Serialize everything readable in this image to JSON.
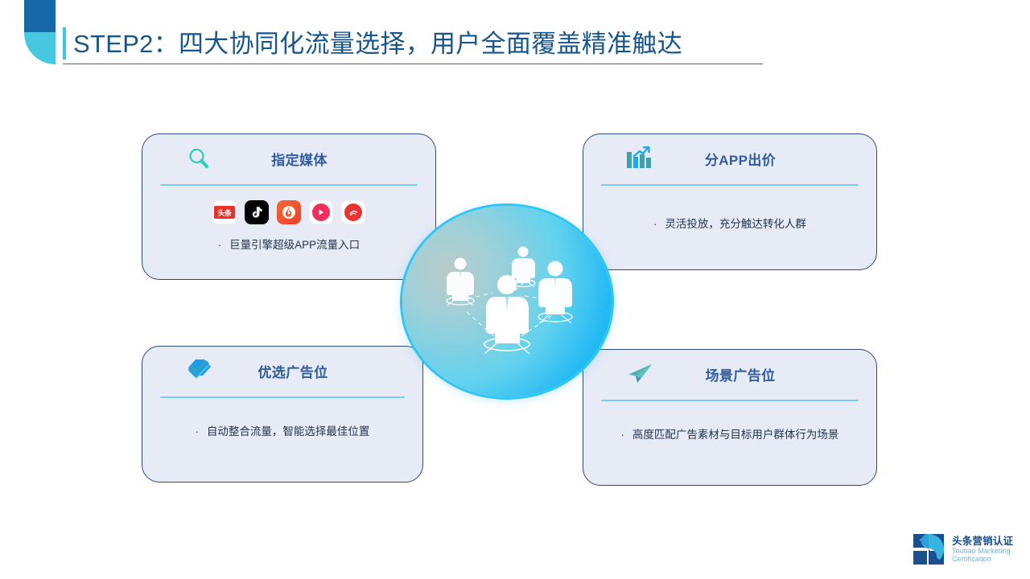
{
  "header": {
    "title": "STEP2：四大协同化流量选择，用户全面覆盖精准触达",
    "deco_top_color": "#1668a7",
    "deco_bottom_color": "#45c8e0",
    "accent_color": "#3ec8e0",
    "rule_color": "#2a6ea3",
    "title_color": "#17568c"
  },
  "cards": [
    {
      "id": "specified-media",
      "icon": "search-icon",
      "icon_color": "#2ad0b5",
      "title": "指定媒体",
      "bullet": "巨量引擎超级APP流量入口",
      "bullet_marker": "·",
      "apps": [
        {
          "name": "toutiao-app-icon",
          "label": "头条"
        },
        {
          "name": "douyin-app-icon",
          "label": ""
        },
        {
          "name": "huoshan-app-icon",
          "label": ""
        },
        {
          "name": "xigua-app-icon",
          "label": ""
        },
        {
          "name": "pipixia-app-icon",
          "label": ""
        }
      ]
    },
    {
      "id": "app-bidding",
      "icon": "bar-chart-up-icon",
      "icon_color": "#36a8b5",
      "title": "分APP出价",
      "bullet": "灵活投放，充分触达转化人群",
      "bullet_marker": "·"
    },
    {
      "id": "preferred-ad-slot",
      "icon": "double-check-badge-icon",
      "icon_color": "#1f9ae8",
      "title": "优选广告位",
      "bullet": "自动整合流量，智能选择最佳位置",
      "bullet_marker": "·"
    },
    {
      "id": "scenario-ad-slot",
      "icon": "paper-plane-icon",
      "icon_color": "#47a8a5",
      "title": "场景广告位",
      "bullet": "高度匹配广告素材与目标用户群体行为场景",
      "bullet_marker": "·"
    }
  ],
  "center_graphic": {
    "name": "network-people-circle",
    "gradient_from": "#b9ccc9",
    "gradient_to": "#17b2f5",
    "ring_color": "#2ec6f5",
    "figure_count": 4
  },
  "footer": {
    "logo_cn": "头条营销认证",
    "logo_en_line1": "Toutiao Marketing",
    "logo_en_line2": "Certification",
    "logo_cn_color": "#1a4f8f",
    "logo_en_color": "#5fb9dd"
  },
  "theme": {
    "card_bg": "#e7ebf6",
    "card_border": "#2b4a7d",
    "divider": "#79cdee",
    "card_title": "#2f5ca0",
    "body_text": "#23344f"
  }
}
